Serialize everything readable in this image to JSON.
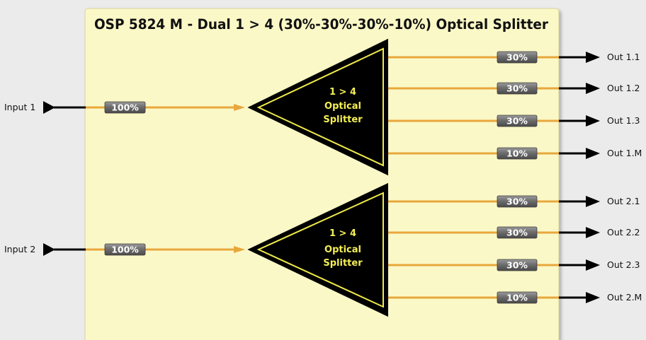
{
  "title": "OSP 5824 M - Dual 1 > 4 (30%-30%-30%-10%) Optical Splitter",
  "colors": {
    "background": "#ebebeb",
    "panel": "#fbf8c7",
    "fiber": "#e8a73c",
    "splitter_fill": "#000000",
    "splitter_outline": "#f0eb4a",
    "splitter_text": "#f4ef55",
    "badge": "#737373"
  },
  "splitters": [
    {
      "input_label": "Input 1",
      "input_ratio": "100%",
      "block_lines": [
        "1 > 4",
        "Optical",
        "Splitter"
      ],
      "outputs": [
        {
          "ratio": "30%",
          "label": "Out 1.1"
        },
        {
          "ratio": "30%",
          "label": "Out 1.2"
        },
        {
          "ratio": "30%",
          "label": "Out 1.3"
        },
        {
          "ratio": "10%",
          "label": "Out 1.M"
        }
      ]
    },
    {
      "input_label": "Input 2",
      "input_ratio": "100%",
      "block_lines": [
        "1 > 4",
        "Optical",
        "Splitter"
      ],
      "outputs": [
        {
          "ratio": "30%",
          "label": "Out 2.1"
        },
        {
          "ratio": "30%",
          "label": "Out 2.2"
        },
        {
          "ratio": "30%",
          "label": "Out 2.3"
        },
        {
          "ratio": "10%",
          "label": "Out 2.M"
        }
      ]
    }
  ]
}
